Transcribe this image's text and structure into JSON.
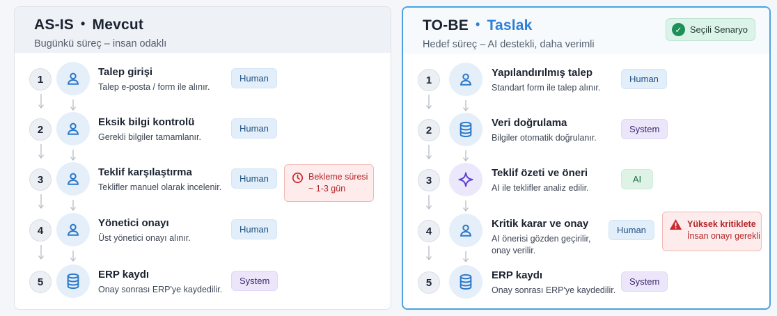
{
  "asis": {
    "title_code": "AS-IS",
    "title_sep": "•",
    "title_name": "Mevcut",
    "subtitle": "Bugünkü süreç – insan odaklı",
    "steps": [
      {
        "num": "1",
        "title": "Talep girişi",
        "desc": "Talep e-posta / form ile alınır.",
        "actor": "Human",
        "icon": "user-icon"
      },
      {
        "num": "2",
        "title": "Eksik bilgi kontrolü",
        "desc": "Gerekli bilgiler tamamlanır.",
        "actor": "Human",
        "icon": "user-icon"
      },
      {
        "num": "3",
        "title": "Teklif karşılaştırma",
        "desc": "Teklifler manuel olarak incelenir.",
        "actor": "Human",
        "icon": "user-icon"
      },
      {
        "num": "4",
        "title": "Yönetici onayı",
        "desc": "Üst yönetici onayı alınır.",
        "actor": "Human",
        "icon": "user-icon"
      },
      {
        "num": "5",
        "title": "ERP kaydı",
        "desc": "Onay sonrası ERP'ye kaydedilir.",
        "actor": "System",
        "icon": "database-icon"
      }
    ],
    "alert": {
      "line1": "Bekleme süresi",
      "line2": "~ 1-3 gün",
      "icon": "clock-icon"
    }
  },
  "tobe": {
    "title_code": "TO-BE",
    "title_sep": "•",
    "title_name": "Taslak",
    "subtitle": "Hedef süreç – AI destekli, daha verimli",
    "selected_label": "Seçili Senaryo",
    "steps": [
      {
        "num": "1",
        "title": "Yapılandırılmış talep",
        "desc": "Standart form ile talep alınır.",
        "actor": "Human",
        "icon": "user-icon"
      },
      {
        "num": "2",
        "title": "Veri doğrulama",
        "desc": "Bilgiler otomatik doğrulanır.",
        "actor": "System",
        "icon": "database-icon"
      },
      {
        "num": "3",
        "title": "Teklif özeti ve öneri",
        "desc": "AI ile teklifler analiz edilir.",
        "actor": "AI",
        "icon": "sparkle-icon"
      },
      {
        "num": "4",
        "title": "Kritik karar ve onay",
        "desc": "AI önerisi gözden geçirilir, onay verilir.",
        "actor": "Human",
        "icon": "user-icon"
      },
      {
        "num": "5",
        "title": "ERP kaydı",
        "desc": "Onay sonrası ERP'ye kaydedilir.",
        "actor": "System",
        "icon": "database-icon"
      }
    ],
    "alert": {
      "line1": "Yüksek kritiklete",
      "line2": "İnsan onayı gerekli",
      "icon": "warning-icon"
    }
  },
  "colors": {
    "accent_blue": "#2f7fd4",
    "human_pill": "#e2effb",
    "system_pill": "#ece6fb",
    "ai_pill": "#def3e6",
    "alert_red": "#b4262a",
    "selected_green": "#1d8f58"
  }
}
